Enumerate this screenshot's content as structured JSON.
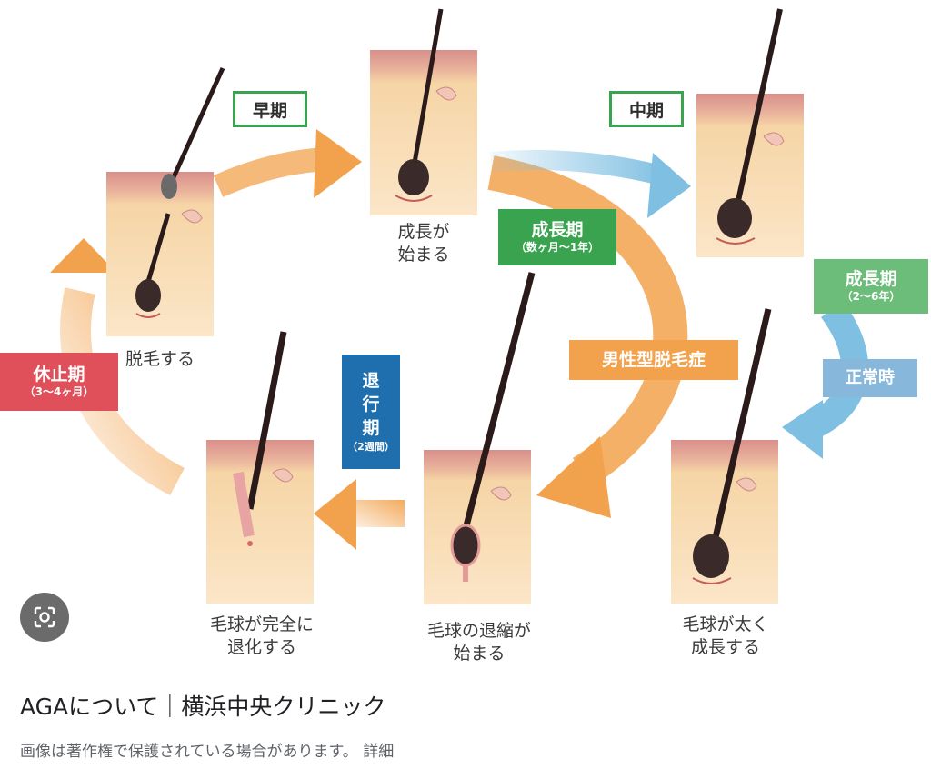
{
  "stages": {
    "start_growth": "成長が\n始まる",
    "mid_growth": "",
    "bulb_thickens": "毛球が太く\n成長する",
    "bulb_shrinks": "毛球の退縮が\n始まる",
    "bulb_regresses": "毛球が完全に\n退化する",
    "hair_falls": "脱毛する"
  },
  "phases": {
    "early": "早期",
    "middle": "中期",
    "anagen_aga": {
      "title": "成長期",
      "sub": "（数ヶ月〜1年）"
    },
    "anagen_normal": {
      "title": "成長期",
      "sub": "（2〜6年）"
    },
    "catagen": {
      "title": "退\n行\n期",
      "sub": "（2週間）"
    },
    "telogen": {
      "title": "休止期",
      "sub": "（3〜4ヶ月）"
    }
  },
  "paths": {
    "aga": "男性型脱毛症",
    "normal": "正常時"
  },
  "colors": {
    "orange_arrow": "#f2a24c",
    "blue_arrow": "#7fbfe2",
    "green_tag": "#3aa350",
    "green_fill": "#6dbd7a",
    "blue_tag": "#87b8dc",
    "navy_tag": "#1f6fae",
    "red_tag": "#e0505a",
    "skin_top": "#dc9a93",
    "skin_body": "#f8dcb0"
  },
  "footer": {
    "lens_icon": "lens-icon",
    "source_title": "AGAについて｜横浜中央クリニック",
    "notice": "画像は著作権で保護されている場合があります。",
    "details_link": "詳細"
  }
}
